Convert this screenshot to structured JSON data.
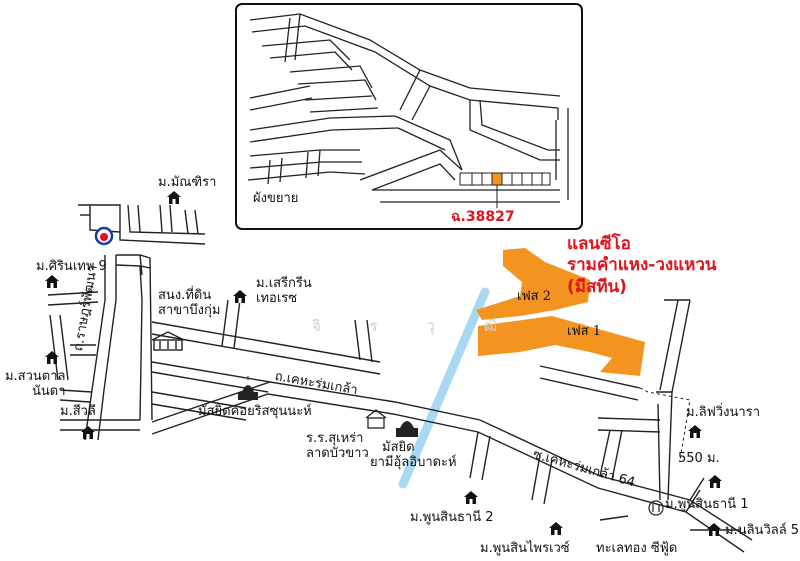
{
  "map": {
    "title_lines": [
      "แลนซีโอ",
      "รามคำแหง-วงแหวน",
      "(มีสทีน)"
    ],
    "inset": {
      "area_label": "ผังขยาย",
      "lot_label": "ฉ.38827"
    },
    "phases": {
      "phase2": "เฟส 2",
      "phase1": "เฟส 1"
    },
    "roads": {
      "rama_road": "ถ.ราษฎร์พัฒนา",
      "khe_rom_klao": "ถ.เคหะร่มเกล้า",
      "soi_64": "ซ.เคหะร่มเกล้า 64",
      "ghost_text": "จิ ร วุ ฒิ"
    },
    "places": {
      "manthira": "ม.มัณฑิรา",
      "sirin_thep": "ม.ศิรินเทพ 9",
      "land_office": [
        "สนง.ที่ดิน",
        "สาขาบึงกุ่ม"
      ],
      "serene": [
        "ม.เสรีกรีน",
        "เทอเรซ"
      ],
      "suan_tan": [
        "ม.สวนตาล",
        "นันดา"
      ],
      "siwalee": "ม.สีวลี",
      "mosque_khoy": "มัสยิดคอยริสซุนนะห์",
      "school": [
        "ร.ร.สุเหร่า",
        "ลาดบัวขาว"
      ],
      "mosque_yami": [
        "มัสยิด",
        "ยามีอุ้ลอิบาดะห์"
      ],
      "living_nara": "ม.ลิฟวิ่งนารา",
      "distance": "550 ม.",
      "punsin_1": "ม.พูนสินธานี 1",
      "punsin_2": "ม.พูนสินธานี 2",
      "nalin_ville": "ม.นลินวิลล์ 5",
      "punsin_phrai": "ม.พูนสินไพรเวซ์",
      "talay_thong": "ทะเลทอง ซีฟู้ด"
    },
    "colors": {
      "project": "#f39421",
      "title": "#e3131b",
      "canal": "#a9d9f2",
      "road_stroke": "#222222"
    }
  }
}
